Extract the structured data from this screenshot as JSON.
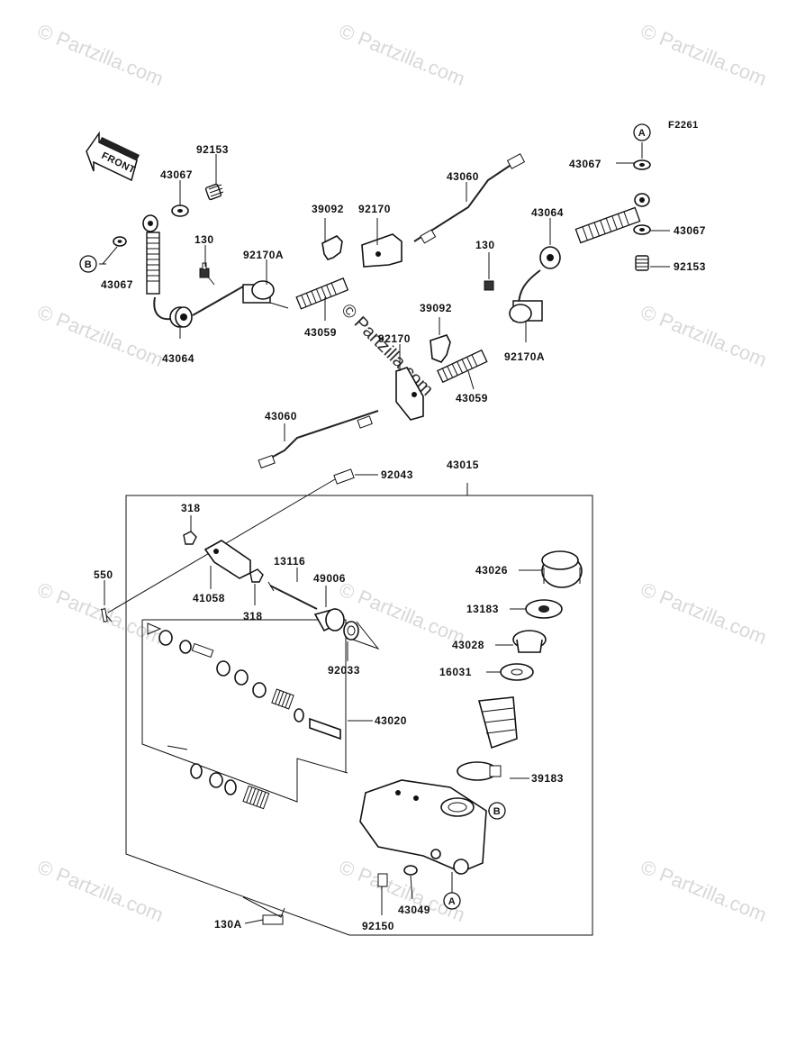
{
  "figure_code": "F2261",
  "front_label": "FRONT",
  "callouts": {
    "a": "A",
    "b": "B"
  },
  "watermark": "© Partzilla.com",
  "parts": {
    "p92153_left": "92153",
    "p43067_left_top": "43067",
    "p43067_left_bot": "43067",
    "p130_top": "130",
    "p92170A_left": "92170A",
    "p43064_left": "43064",
    "p39092_top": "39092",
    "p92170_top": "92170",
    "p43059_top": "43059",
    "p43060_top": "43060",
    "p130_right": "130",
    "p43064_right": "43064",
    "p43067_right_top": "43067",
    "p43067_right_mid": "43067",
    "p92153_right": "92153",
    "p39092_mid": "39092",
    "p92170_mid": "92170",
    "p92170A_right": "92170A",
    "p43059_mid": "43059",
    "p43060_bot": "43060",
    "p92043": "92043",
    "p43015": "43015",
    "p318_top": "318",
    "p550": "550",
    "p41058": "41058",
    "p318_bot": "318",
    "p13116": "13116",
    "p49006": "49006",
    "p92033": "92033",
    "p43026": "43026",
    "p13183": "13183",
    "p43028": "43028",
    "p16031": "16031",
    "p43020": "43020",
    "p39183": "39183",
    "p43049": "43049",
    "p92150": "92150",
    "p130A": "130A"
  }
}
